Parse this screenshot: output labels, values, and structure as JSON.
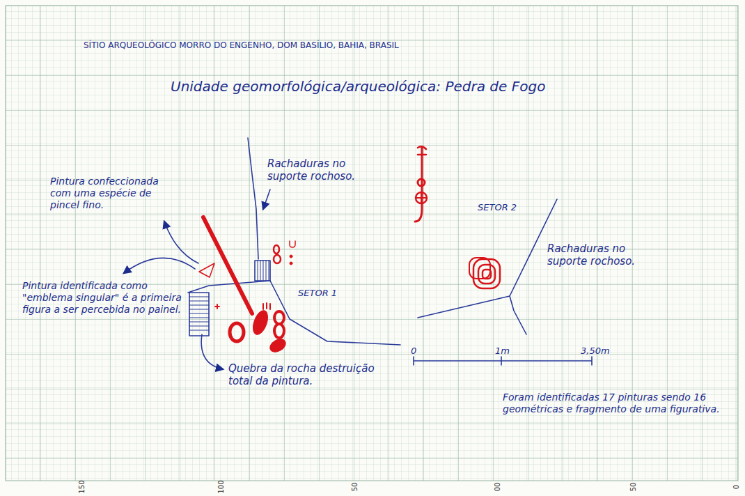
{
  "diagram": {
    "title": "SÍTIO ARQUEOLÓGICO MORRO DO ENGENHO, DOM BASÍLIO, BAHIA, BRASIL",
    "labels": [
      "Unidade geomorfológica/arqueológica: Pedra de Fogo",
      "Rachaduras no suporte rochoso.",
      "Pintura confeccionada com uma espécie de pincel fino.",
      "SETOR 2",
      "Rachaduras no suporte rochoso.",
      "Pintura identificada como \"emblema singular\" é a primeira figura a ser percebida no painel.",
      "SETOR 1",
      "Quebra da rocha destruição total da pintura.",
      "0",
      "1m",
      "3,50m",
      "Foram identificadas 17 pinturas sendo 16 geométricas e fragmento de uma figurativa.",
      "150",
      "100",
      "50",
      "00",
      "50",
      "0"
    ]
  }
}
